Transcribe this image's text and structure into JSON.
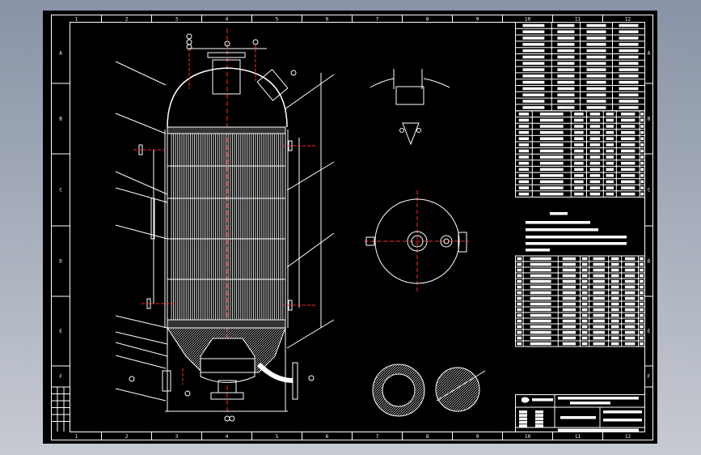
{
  "viewer": {
    "background": "#8893a6",
    "canvas_color": "#000000",
    "line_color": "#ffffff",
    "centerline_color": "#ff2020"
  },
  "frame": {
    "columns": [
      "1",
      "2",
      "3",
      "4",
      "5",
      "6",
      "7",
      "8",
      "9",
      "10",
      "11",
      "12"
    ],
    "rows": [
      "A",
      "B",
      "C",
      "D",
      "E",
      "F"
    ]
  },
  "drawing": {
    "views": [
      "vessel-elevation",
      "nozzle-detail",
      "top-plan-view",
      "tube-sheet-sections"
    ],
    "tables": [
      "design-data-table",
      "nozzle-table",
      "technical-requirements",
      "parts-list",
      "title-block"
    ]
  }
}
